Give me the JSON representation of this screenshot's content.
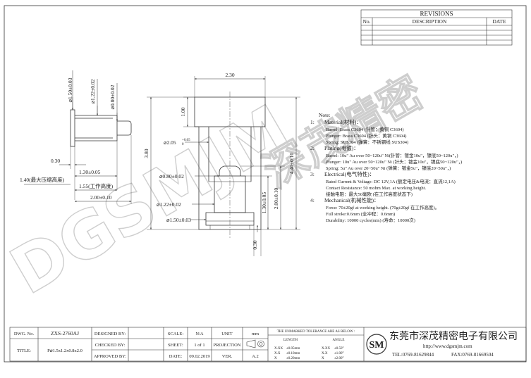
{
  "revisions": {
    "title": "REVISIONS",
    "col_no": "No.",
    "col_description": "DESCRIPTION",
    "col_date": "DATE"
  },
  "dims": {
    "d_150": "⌀1.50±0.03",
    "d_122_top": "⌀1.22±0.02",
    "d_080_top": "⌀0.80±0.02",
    "d_030_left": "0.30",
    "d_130": "1.30±0.05",
    "d_140": "1.40(最大压缩高度)",
    "d_155": "1.55(工作高度)",
    "d_200_side": "2.00±0.10",
    "d_230": "2.30",
    "d_100": "1.00",
    "d_380": "3.80",
    "d_205": "⌀2.05",
    "d_205_tol_up": "+0.05",
    "d_205_tol_dn": "0",
    "d_080_sec": "⌀0.80±0.02",
    "d_122_sec": "⌀1.22±0.02",
    "d_150_sec": "⌀1.50±0.03",
    "d_440": "4.40±0.10",
    "d_200_sec": "2.00±0.10",
    "d_130_sec": "1.30±0.05",
    "d_030_bottom": "0.30"
  },
  "notes": {
    "heading": "Note:",
    "n1": "1:",
    "material": "Material(材料)：",
    "barrel_mat": "Barrel: Brass C3604 (针管：黄铜 C3604)",
    "plunger_mat": "Plunger: Brass C3604  (针头：黄铜 C3604)",
    "spring_mat": "Spring: SUS304 (弹簧：不锈钢线 SUS304)",
    "n2": "2:",
    "plating": "Plating(电镀)：",
    "barrel_plat": "Barrel: 10u\" Au over 50~120u\" Ni(针管：镀金10u\"，镍底50~120u\"，)",
    "plunger_plat": "Plunger: 10u\" Au over 50~120u\" Ni (针头：镀金10u\"，镍底50~120u\"，)",
    "spring_plat": "Spring: 5u\" Au over 20~50u\" Ni (弹簧：镀金5u\"，镍底20~50u\"，)",
    "n3": "3:",
    "electrical": "Electrical(电气特性)：",
    "rated": "Rated Current & Voltage: DC 12V,1A (额定电压&电流：直流12,1A)",
    "contact": "Contact Resistance: 50 mohm Max. at working height.",
    "contact_cn": "接触电阻：最大50毫欧 (在工作高度状态下)",
    "n4": "4:",
    "mechanical": "Mechanical(机械性能)：",
    "force": "Force: 70±20gf at working height. (70g±20gf 在工作高度)。",
    "stroke": "Full stroke:0.6mm (全冲程：0.6mm)",
    "durability": "Durability: 10000 cycles(min) (寿命：10000次)"
  },
  "watermark": {
    "text": "DGSMJM",
    "chars": "深茂精密"
  },
  "title_block": {
    "dwg_no_label": "DWG. No.",
    "dwg_no": "ZXS-2760AJ",
    "title_label": "TITLE:",
    "title": "P⌀1.5x1.2x0.8x2.0",
    "designed_by": "DESIGNED BY:",
    "checked_by": "CHECKED BY:",
    "approved_by": "APPROVED BY:",
    "scale_label": "SCALE:",
    "scale": "N/A",
    "sheet_label": "SHEET:",
    "sheet": "1 of 1",
    "date_label": "DATE:",
    "date": "09.02.2019",
    "unit_label": "UNIT",
    "unit": "mm",
    "projection_label": "PROJECTION",
    "ver_label": "VER.",
    "ver": "A.2",
    "tolerance_heading": "THE UNMARKED TOLERANCE ARE AS BELOW :",
    "length_label": "LENGTH",
    "angle_label": "ANGLE",
    "tol_rows": [
      {
        "fmt": "X.XX",
        "len": "±0.05mm",
        "afmt": "X.XX",
        "ang": "±0.50°"
      },
      {
        "fmt": "X.X",
        "len": "±0.10mm",
        "afmt": "X.X",
        "ang": "±1.00°"
      },
      {
        "fmt": "X",
        "len": "±0.20mm",
        "afmt": "X",
        "ang": "±2.00°"
      }
    ],
    "logo": "SM",
    "company": "东莞市深茂精密电子有限公司",
    "website": "http://www.dgsmjm.com",
    "tel": "TEL:0769-81629844",
    "fax": "FAX:0769-81669504"
  }
}
